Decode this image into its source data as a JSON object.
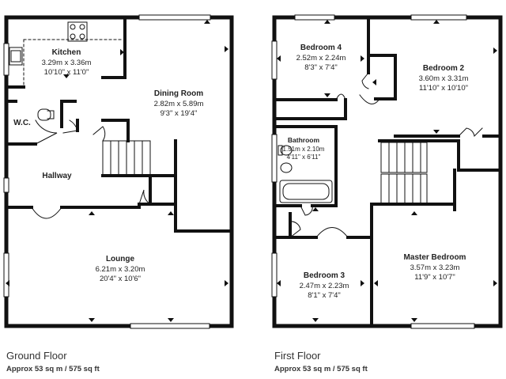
{
  "ground_floor": {
    "title": "Ground Floor",
    "area": "Approx 53 sq m / 575 sq ft",
    "rooms": {
      "kitchen": {
        "name": "Kitchen",
        "metric": "3.29m x 3.36m",
        "imperial": "10'10\" x 11'0\""
      },
      "dining": {
        "name": "Dining Room",
        "metric": "2.82m x 5.89m",
        "imperial": "9'3\" x 19'4\""
      },
      "wc": {
        "name": "W.C."
      },
      "hallway": {
        "name": "Hallway"
      },
      "lounge": {
        "name": "Lounge",
        "metric": "6.21m x 3.20m",
        "imperial": "20'4\" x 10'6\""
      }
    }
  },
  "first_floor": {
    "title": "First Floor",
    "area": "Approx 53 sq m / 575 sq ft",
    "rooms": {
      "bedroom4": {
        "name": "Bedroom 4",
        "metric": "2.52m x 2.24m",
        "imperial": "8'3\" x 7'4\""
      },
      "bedroom2": {
        "name": "Bedroom 2",
        "metric": "3.60m x 3.31m",
        "imperial": "11'10\" x 10'10\""
      },
      "bathroom": {
        "name": "Bathroom",
        "metric": "1.51m x 2.10m",
        "imperial": "4'11\" x 6'11\""
      },
      "bedroom3": {
        "name": "Bedroom 3",
        "metric": "2.47m x 2.23m",
        "imperial": "8'1\" x 7'4\""
      },
      "master": {
        "name": "Master Bedroom",
        "metric": "3.57m x 3.23m",
        "imperial": "11'9\" x 10'7\""
      }
    }
  }
}
